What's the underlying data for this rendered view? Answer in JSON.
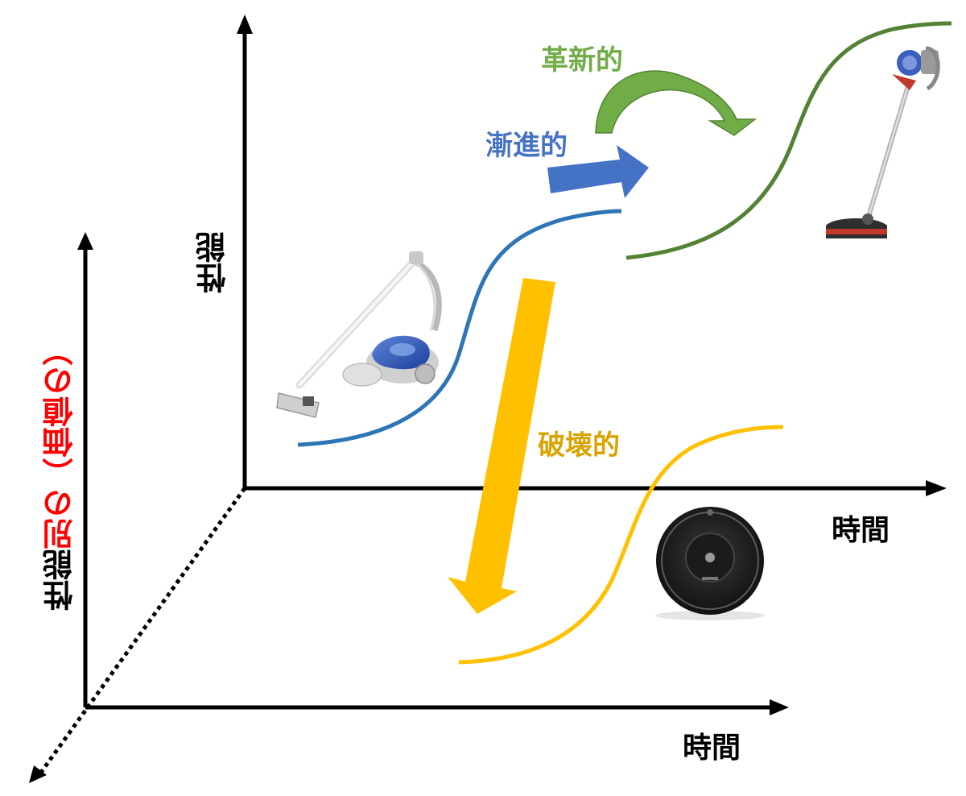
{
  "axes": {
    "front_time_label": "時間",
    "front_perf_label": "性能",
    "back_time_label": "時間",
    "back_perf_red": "別の（価値の）",
    "back_perf_black": "性能"
  },
  "innovations": {
    "incremental": {
      "label": "漸進的",
      "color": "#4472c4"
    },
    "radical": {
      "label": "革新的",
      "color": "#70ad47"
    },
    "disruptive": {
      "label": "破壊的",
      "color": "#e6ac00"
    }
  },
  "colors": {
    "blue_curve": "#2e75b6",
    "green_curve": "#548235",
    "yellow_curve": "#ffc000",
    "red_text": "#ff0000",
    "axis": "#000000"
  },
  "images": [
    {
      "name": "canister-vacuum",
      "description": "canister vacuum cleaner"
    },
    {
      "name": "stick-vacuum",
      "description": "cordless stick vacuum"
    },
    {
      "name": "robot-vacuum",
      "description": "robot vacuum"
    }
  ]
}
